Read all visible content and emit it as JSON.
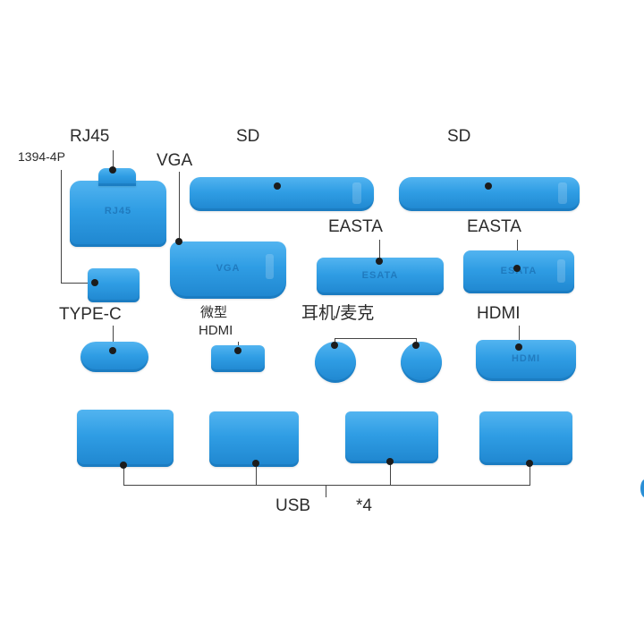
{
  "labels": {
    "rj45": "RJ45",
    "p1394": "1394-4P",
    "vga": "VGA",
    "sd_left": "SD",
    "sd_right": "SD",
    "easta_left": "EASTA",
    "easta_right": "EASTA",
    "typec": "TYPE-C",
    "micro_hdmi_cn": "微型",
    "micro_hdmi_en": "HDMI",
    "earphone_mic": "耳机/麦克",
    "hdmi": "HDMI",
    "usb": "USB",
    "usb_count": "*4"
  },
  "engravings": {
    "rj45": "RJ45",
    "vga": "VGA",
    "easta": "ESATA",
    "hdmi": "HDMI"
  },
  "colors": {
    "plug_blue": "#2f9de4",
    "label_text": "#2c2c2c",
    "marker": "#1c1c1c",
    "background": "#ffffff"
  }
}
